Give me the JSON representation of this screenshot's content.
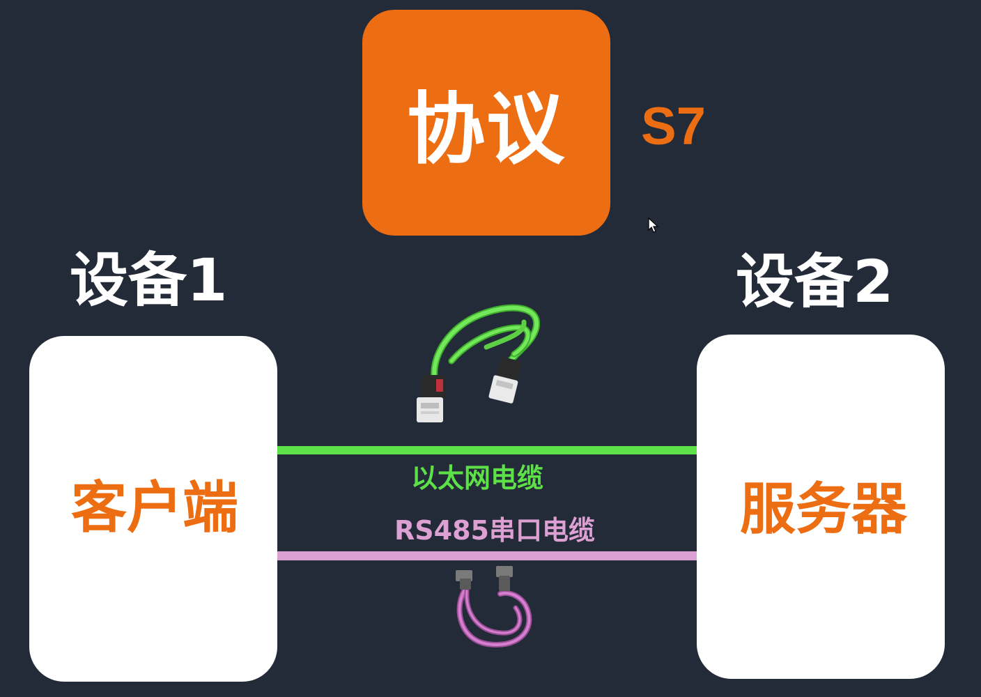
{
  "protocol": {
    "label": "协议",
    "value": "S7"
  },
  "device1": {
    "title": "设备1",
    "role": "客户端"
  },
  "device2": {
    "title": "设备2",
    "role": "服务器"
  },
  "cables": {
    "ethernet_label": "以太网电缆",
    "rs485_label": "RS485串口电缆"
  },
  "icons": {
    "ethernet_cable": "ethernet-cable-icon",
    "rs485_cable": "rs485-cable-icon",
    "cursor": "mouse-cursor-icon"
  },
  "colors": {
    "background": "#232b39",
    "accent_orange": "#ec6d12",
    "ethernet_green": "#5ee048",
    "rs485_pink": "#dca0d2",
    "box_white": "#ffffff"
  }
}
